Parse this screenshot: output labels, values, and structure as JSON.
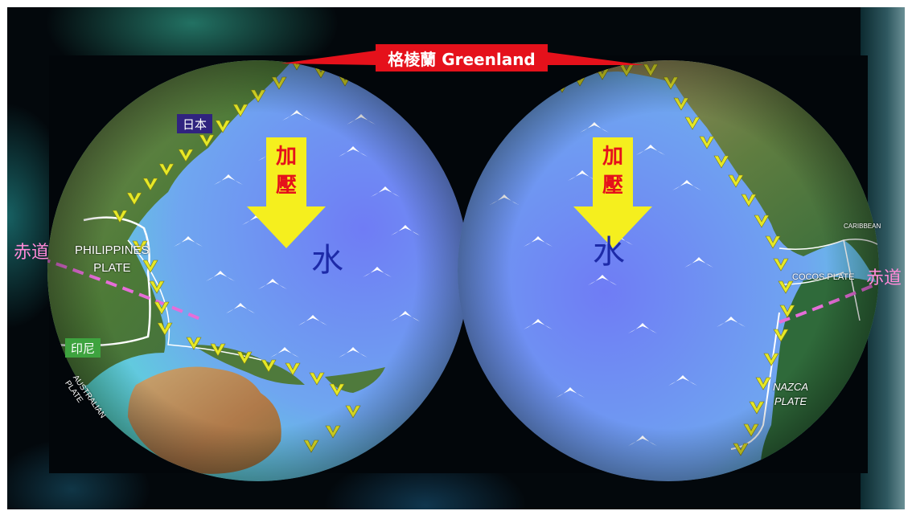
{
  "colors": {
    "ocean_light": "#57e6d0",
    "ocean_deep": "#6f7cf5",
    "land_green": "#4d7a37",
    "land_tan": "#b99766",
    "arrow_yellow": "#f5ef1e",
    "label_red": "#e5111b",
    "equator_pink": "#e66dd8",
    "water_text_blue": "#1d2aa8",
    "japan_tag": "#30237f",
    "indonesia_tag": "#3ea33f"
  },
  "icons": {
    "wave": "white-wave-arc-icon",
    "pressure_arrow": "yellow-down-arrow-icon",
    "subduction": "yellow-chevron-arrow-icon"
  },
  "labels": {
    "greenland": "格棱蘭 Greenland",
    "japan": "日本",
    "indonesia": "印尼",
    "equator_left": "赤道",
    "equator_right": "赤道",
    "pressure_line1": "加",
    "pressure_line2": "壓",
    "water": "水",
    "philippines_plate_1": "PHILIPPINES",
    "philippines_plate_2": "PLATE",
    "cocos_plate": "COCOS PLATE",
    "nazca_plate_1": "NAZCA",
    "nazca_plate_2": "PLATE",
    "caribbean": "CARIBBEAN",
    "australian_1": "AUSTRALIAN",
    "australian_2": "PLATE"
  }
}
